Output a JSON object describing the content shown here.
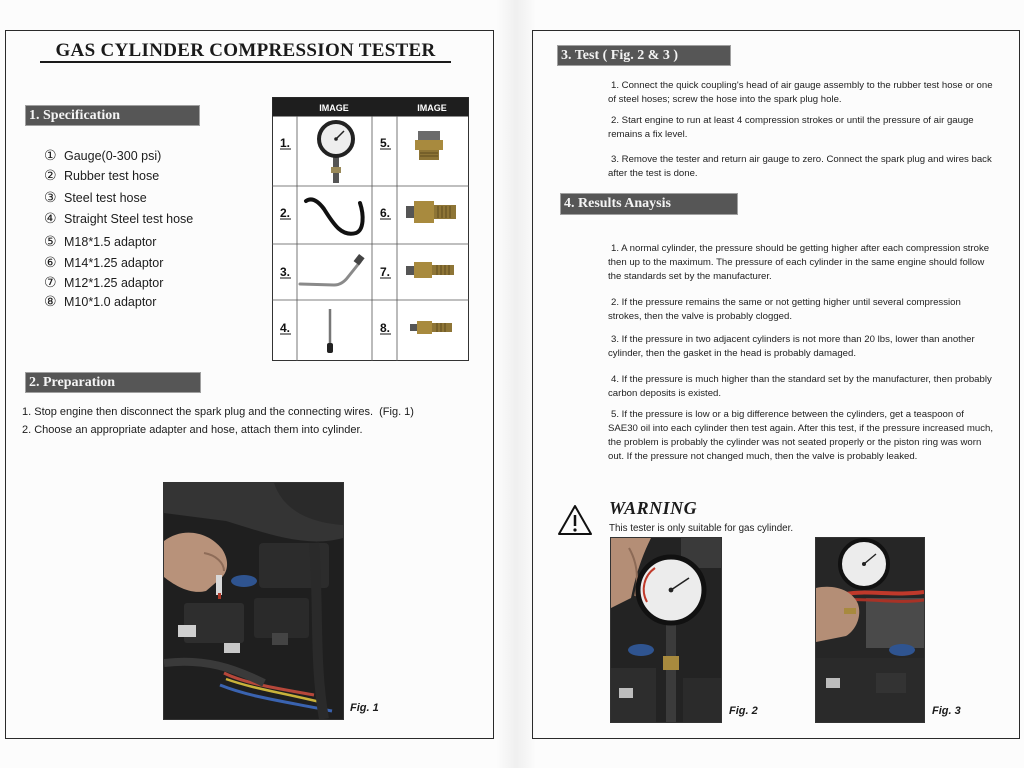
{
  "theme": {
    "heading_bg": "#565656",
    "heading_text": "#f4f4f4",
    "table_header_bg": "#1e1e1e"
  },
  "icons": {
    "warning": "warning-icon"
  },
  "left_page": {
    "title": "GAS CYLINDER COMPRESSION TESTER",
    "specification": {
      "heading": "1. Specification",
      "items": [
        {
          "num": "①",
          "label": "Gauge(0-300 psi)"
        },
        {
          "num": "②",
          "label": "Rubber test hose"
        },
        {
          "num": "③",
          "label": "Steel test hose"
        },
        {
          "num": "④",
          "label": "Straight Steel test hose"
        },
        {
          "num": "⑤",
          "label": "M18*1.5 adaptor"
        },
        {
          "num": "⑥",
          "label": "M14*1.25 adaptor"
        },
        {
          "num": "⑦",
          "label": "M12*1.25 adaptor"
        },
        {
          "num": "⑧",
          "label": "M10*1.0 adaptor"
        }
      ]
    },
    "image_table": {
      "headers": [
        "IMAGE",
        "IMAGE"
      ],
      "numbers": [
        "1.",
        "2.",
        "3.",
        "4.",
        "5.",
        "6.",
        "7.",
        "8."
      ]
    },
    "preparation": {
      "heading": "2. Preparation",
      "steps": [
        "1. Stop engine then disconnect the spark plug and the connecting wires.  (Fig. 1)",
        "2. Choose an appropriate adapter and hose, attach them into cylinder."
      ]
    },
    "figure_1": {
      "caption": "Fig. 1"
    }
  },
  "right_page": {
    "test": {
      "heading": "3. Test ( Fig. 2 & 3 )",
      "steps": [
        "1. Connect the quick coupling's head of air gauge assembly to the rubber test hose or one of steel hoses; screw the hose into the spark plug hole.",
        "2. Start engine to run at least 4 compression strokes or until the pressure of air gauge remains a fix level.",
        "3. Remove the tester and return air gauge to zero. Connect the spark plug and wires back after the test is done."
      ]
    },
    "results": {
      "heading": "4. Results Anaysis",
      "items": [
        "1. A normal cylinder, the pressure should be getting higher after each compression stroke then up to the maximum. The pressure of each cylinder in the same engine should follow the standards set by the manufacturer.",
        "2. If the pressure remains the same or not getting higher until several compression strokes, then the valve is probably clogged.",
        "3. If the pressure in two adjacent cylinders is not more than 20 lbs, lower than another cylinder, then the gasket in the head is probably damaged.",
        "4. If the pressure is much higher than the standard set by the manufacturer, then probably carbon deposits is existed.",
        "5. If the pressure is low or a big difference between the cylinders, get a teaspoon of SAE30 oil into each cylinder then test again. After this test, if the pressure increased much, the problem is probably the cylinder was not seated properly or the piston ring was worn out. If the pressure not changed much, then the valve is probably leaked."
      ]
    },
    "warning": {
      "title": "WARNING",
      "text": "This tester is only suitable for gas cylinder."
    },
    "figure_2": {
      "caption": "Fig. 2"
    },
    "figure_3": {
      "caption": "Fig. 3"
    }
  }
}
